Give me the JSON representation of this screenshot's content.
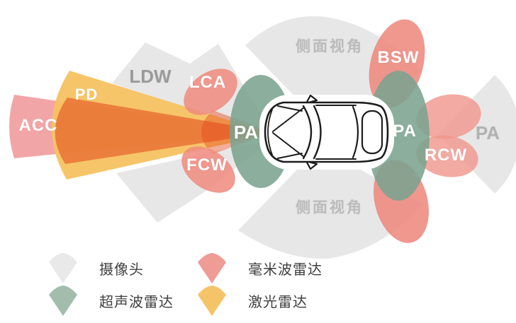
{
  "diagram": {
    "description": "ADAS sensor coverage top view",
    "labels": {
      "acc": "ACC",
      "pd": "PD",
      "ldw": "LDW",
      "lca": "LCA",
      "pa_front": "PA",
      "fcw": "FCW",
      "side_view_top": "侧面视角",
      "bsw": "BSW",
      "pa_rear": "PA",
      "rcw": "RCW",
      "pa_right": "PA",
      "side_view_bottom": "侧面视角"
    }
  },
  "colors": {
    "camera_fan": "#e5e5e5",
    "mmwave": "#ee897e",
    "mmwave_light": "#f0978e",
    "ultrasonic": "#7ba38f",
    "lidar": "#f6c261",
    "acc_beam": "#f0999b",
    "radar_beam_core": "#e44c1e",
    "label_white": "#ffffff",
    "label_gray": "#9b9b9b"
  },
  "legend": {
    "items": [
      {
        "id": "camera",
        "label": "摄像头",
        "color": "#e9e9e9"
      },
      {
        "id": "mmwave_radar",
        "label": "毫米波雷达",
        "color": "#ef9b96"
      },
      {
        "id": "ultrasonic_radar",
        "label": "超声波雷达",
        "color": "#a3bdac"
      },
      {
        "id": "lidar",
        "label": "激光雷达",
        "color": "#f6c468"
      }
    ]
  }
}
